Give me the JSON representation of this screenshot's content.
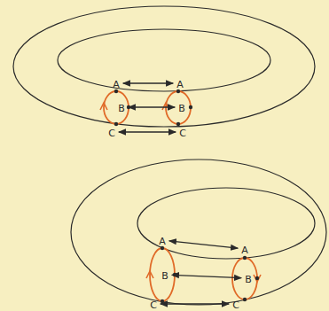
{
  "diagram": {
    "nodes": [
      {
        "text": [
          "A"
        ]
      },
      {
        "text": [
          "B"
        ]
      },
      {
        "text": [
          "C"
        ]
      },
      {
        "text": [
          "A"
        ]
      },
      {
        "text": [
          "B"
        ]
      },
      {
        "text": [
          "C"
        ]
      },
      {
        "text": [
          "A"
        ]
      },
      {
        "text": [
          "B"
        ]
      },
      {
        "text": [
          "C"
        ]
      },
      {
        "text": [
          "A"
        ]
      },
      {
        "text": [
          "B"
        ]
      },
      {
        "text": [
          "C"
        ]
      }
    ],
    "edges": [
      {
        "from": 0,
        "to": 3,
        "arrow": "both"
      },
      {
        "from": 1,
        "to": 4,
        "arrow": "both"
      },
      {
        "from": 2,
        "to": 5,
        "arrow": "both"
      },
      {
        "from": 6,
        "to": 9,
        "arrow": "both"
      },
      {
        "from": 7,
        "to": 10,
        "arrow": "both"
      },
      {
        "from": 8,
        "to": 11,
        "arrow": "both"
      }
    ]
  }
}
